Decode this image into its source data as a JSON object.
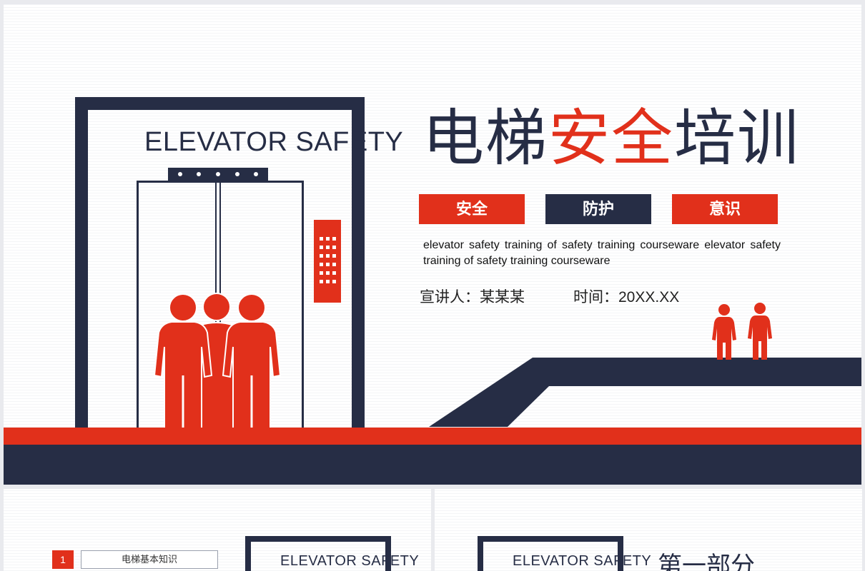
{
  "main_slide": {
    "elevator_label": "ELEVATOR SAFETY",
    "title_part1": "电梯",
    "title_highlight": "安全",
    "title_part2": "培训",
    "tags": [
      "安全",
      "防护",
      "意识"
    ],
    "description": "elevator safety training of safety training courseware elevator safety training of safety training courseware",
    "presenter": "宣讲人：某某某",
    "time": "时间：20XX.XX"
  },
  "thumbnail_1": {
    "number": "1",
    "section_label": "电梯基本知识",
    "elevator_label": "ELEVATOR SAFETY"
  },
  "thumbnail_2": {
    "elevator_label": "ELEVATOR SAFETY",
    "part_title": "第一部分"
  },
  "colors": {
    "accent_red": "#e1301b",
    "navy": "#262d45",
    "background": "#ffffff"
  },
  "icons": [
    "person-icon",
    "elevator-icon",
    "escalator-icon",
    "button-panel-icon"
  ]
}
